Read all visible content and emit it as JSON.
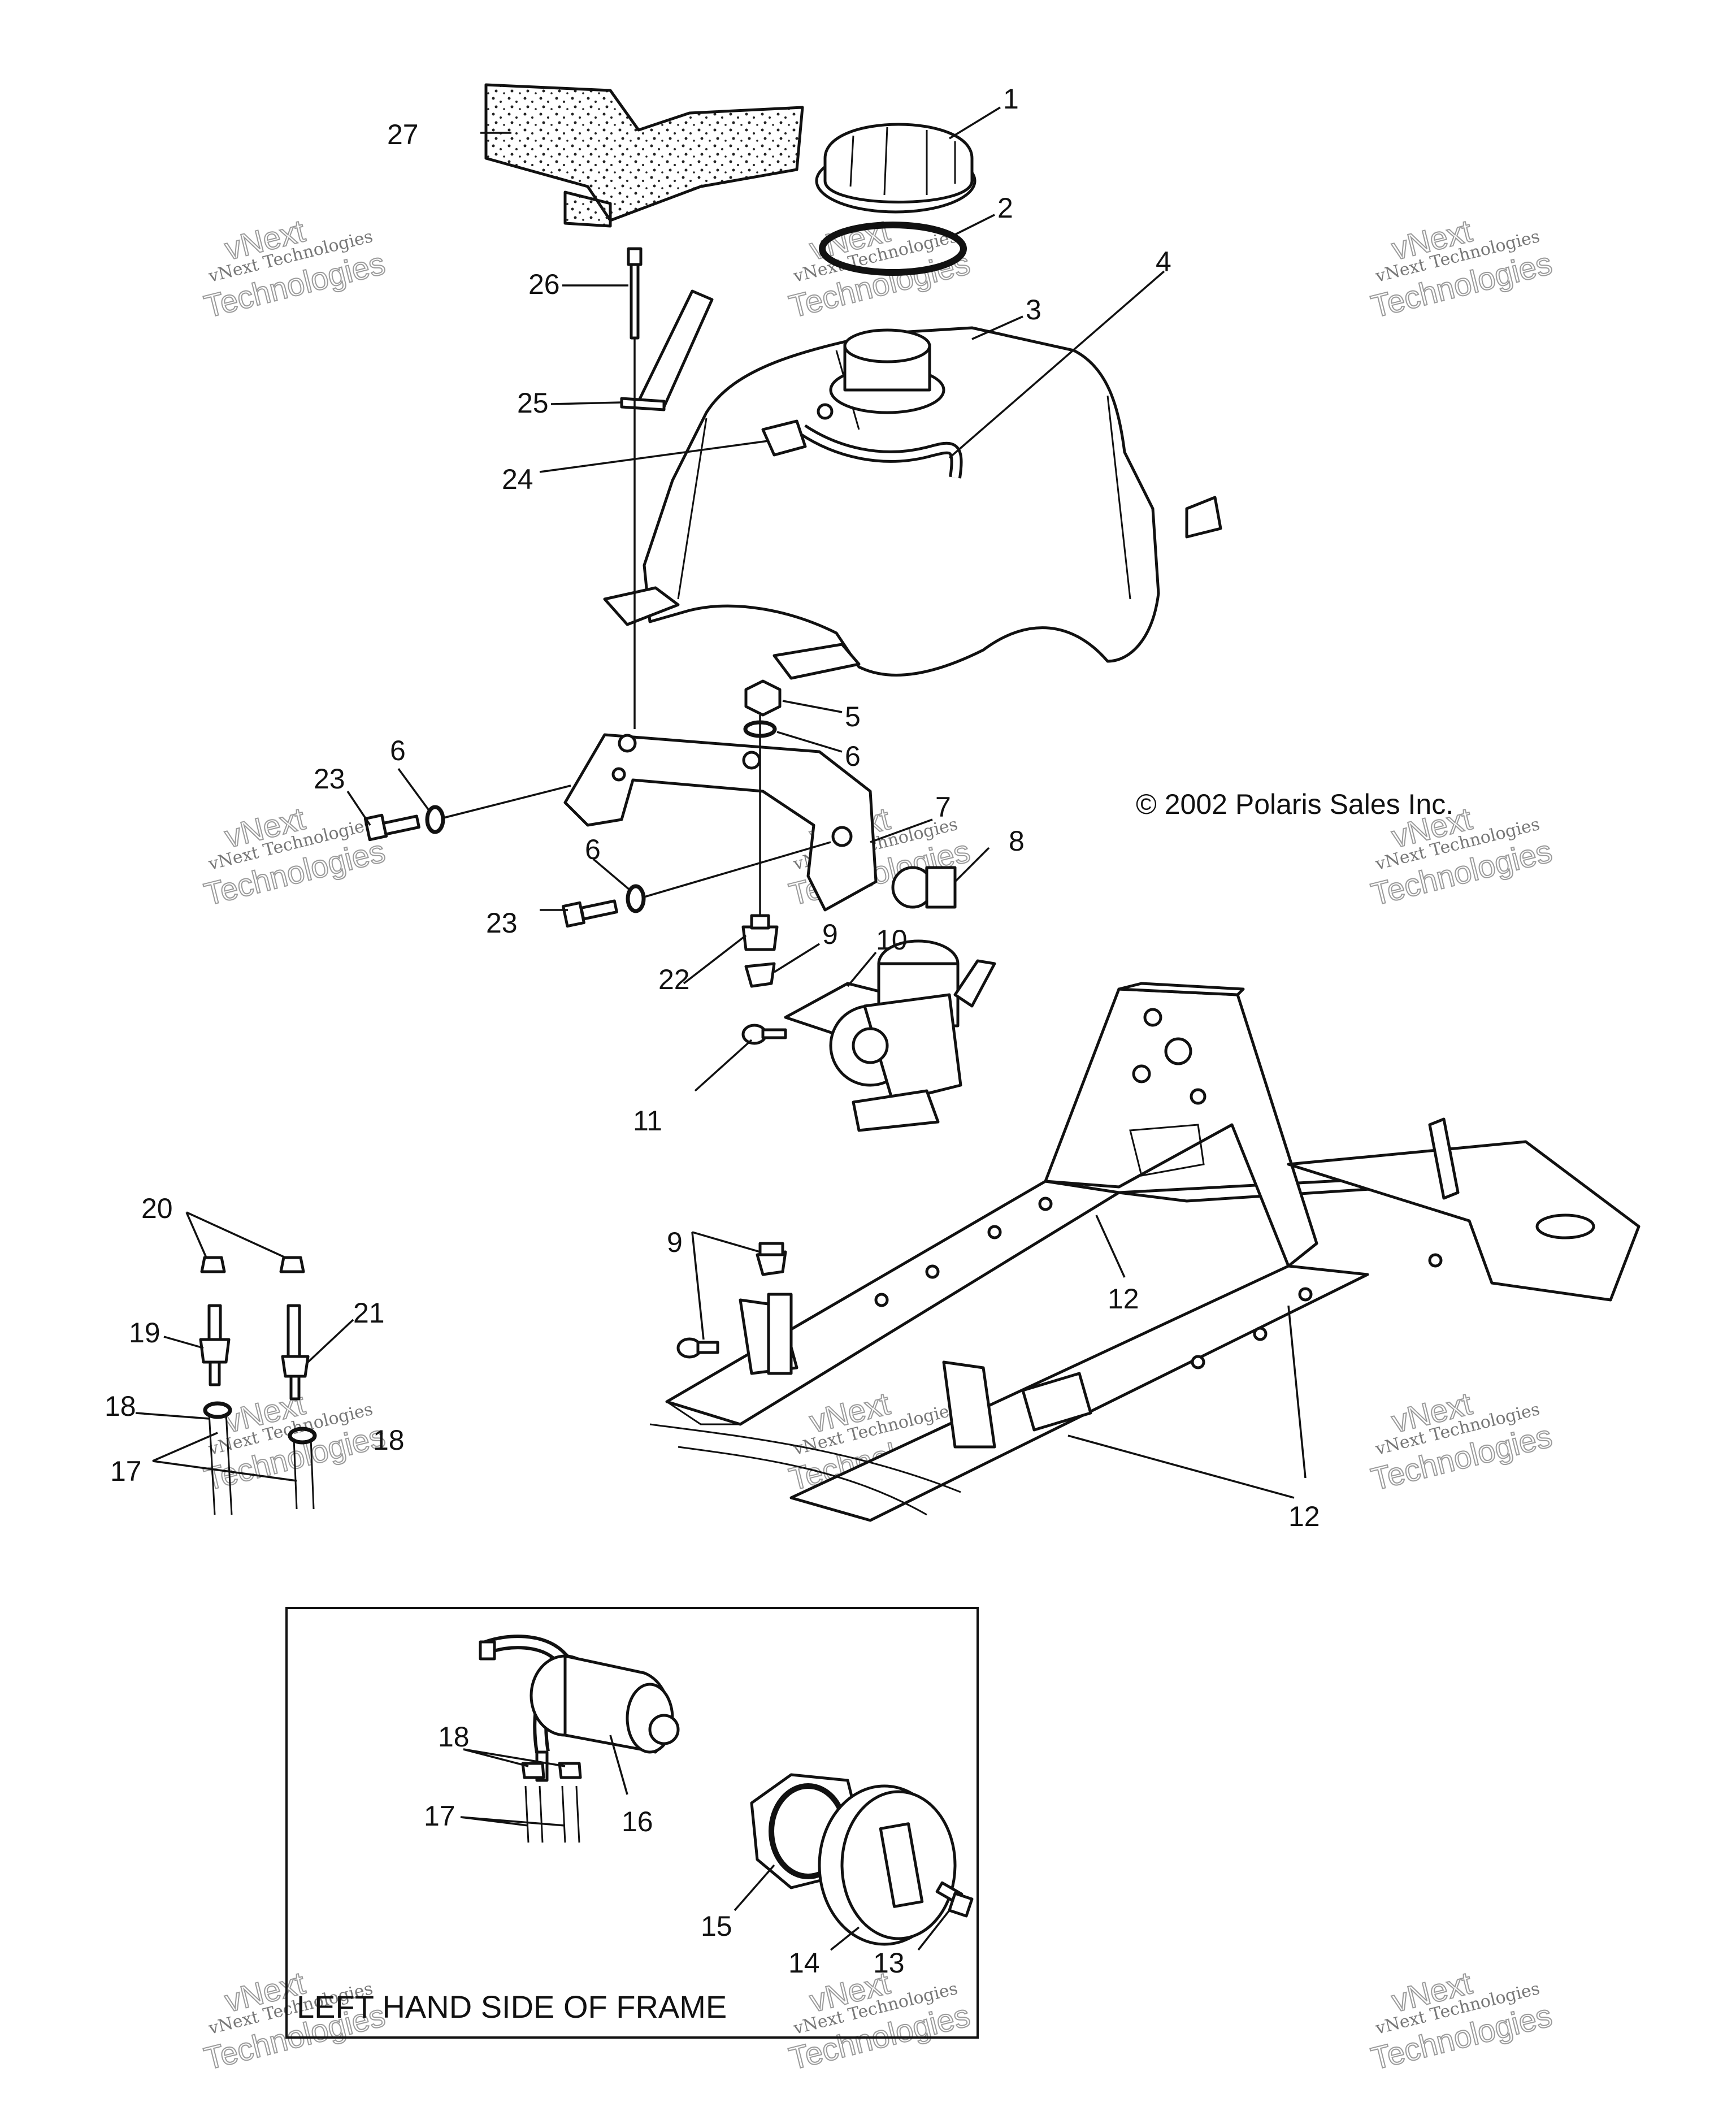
{
  "copyright": "© 2002 Polaris Sales Inc.",
  "inset_title": "LEFT HAND SIDE OF FRAME",
  "watermark": {
    "line1": "vNext Technologies",
    "line2": "vNext",
    "line3": "Technologies"
  },
  "callouts": {
    "c1": "1",
    "c2": "2",
    "c3": "3",
    "c4": "4",
    "c5": "5",
    "c6a": "6",
    "c6b": "6",
    "c6c": "6",
    "c7": "7",
    "c8": "8",
    "c9a": "9",
    "c9b": "9",
    "c10": "10",
    "c11": "11",
    "c12a": "12",
    "c12b": "12",
    "c13": "13",
    "c14": "14",
    "c15": "15",
    "c16": "16",
    "c17a": "17",
    "c17b": "17",
    "c18a": "18",
    "c18b": "18",
    "c18c": "18",
    "c19": "19",
    "c20": "20",
    "c21": "21",
    "c22": "22",
    "c23a": "23",
    "c23b": "23",
    "c24": "24",
    "c25": "25",
    "c26": "26",
    "c27": "27"
  }
}
